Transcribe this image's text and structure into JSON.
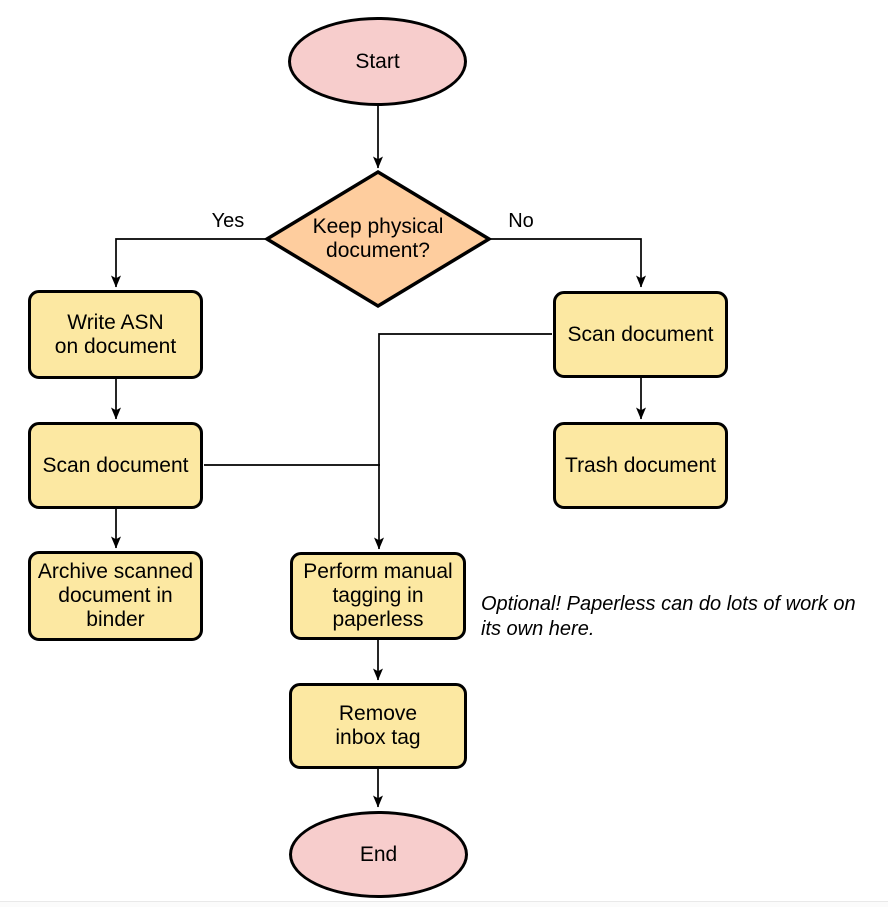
{
  "diagram": {
    "type": "flowchart",
    "nodes": {
      "start": {
        "label": "Start",
        "shape": "terminator"
      },
      "decision": {
        "label": "Keep physical\ndocument?",
        "shape": "diamond"
      },
      "write_asn": {
        "label": "Write ASN\non document",
        "shape": "process"
      },
      "scan_left": {
        "label": "Scan document",
        "shape": "process"
      },
      "archive": {
        "label": "Archive scanned\ndocument in\nbinder",
        "shape": "process"
      },
      "scan_right": {
        "label": "Scan document",
        "shape": "process"
      },
      "trash": {
        "label": "Trash document",
        "shape": "process"
      },
      "tagging": {
        "label": "Perform manual\ntagging in\npaperless",
        "shape": "process"
      },
      "remove_inbox": {
        "label": "Remove\ninbox tag",
        "shape": "process"
      },
      "end": {
        "label": "End",
        "shape": "terminator"
      }
    },
    "edge_labels": {
      "yes": "Yes",
      "no": "No"
    },
    "note": "Optional! Paperless can do lots of work on\nits own here.",
    "colors": {
      "terminator_fill": "#f7cdcc",
      "decision_fill": "#fecd9e",
      "process_fill": "#fce8a2",
      "stroke": "#000000",
      "background": "#ffffff"
    }
  }
}
